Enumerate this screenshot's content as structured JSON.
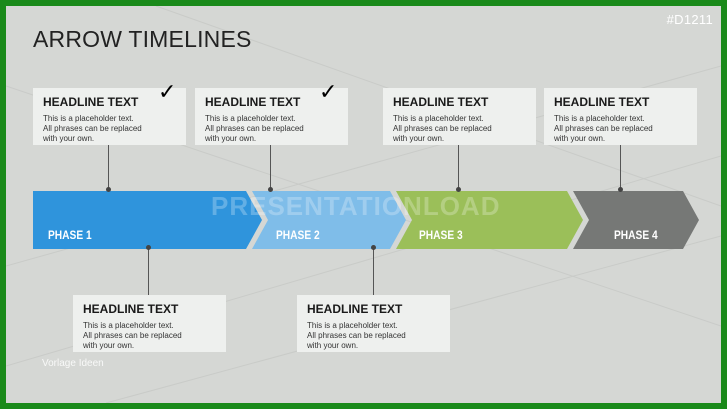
{
  "slide": {
    "code": "#D1211",
    "title": "ARROW TIMELINES",
    "watermark": "PRESENTATIONLOAD",
    "footer": "Vorlage Ideen"
  },
  "phases": [
    {
      "label": "PHASE 1",
      "color": "#2f94dc"
    },
    {
      "label": "PHASE 2",
      "color": "#7fbde9"
    },
    {
      "label": "PHASE 3",
      "color": "#9bbf59"
    },
    {
      "label": "PHASE 4",
      "color": "#767876"
    }
  ],
  "cards": [
    {
      "headline": "HEADLINE TEXT",
      "body": "This is a placeholder text.\nAll phrases can be replaced\nwith your own.",
      "checked": true
    },
    {
      "headline": "HEADLINE TEXT",
      "body": "This is a placeholder text.\nAll phrases can be replaced\nwith your own.",
      "checked": true
    },
    {
      "headline": "HEADLINE TEXT",
      "body": "This is a placeholder text.\nAll phrases can be replaced\nwith your own.",
      "checked": false
    },
    {
      "headline": "HEADLINE TEXT",
      "body": "This is a placeholder text.\nAll phrases can be replaced\nwith your own.",
      "checked": false
    },
    {
      "headline": "HEADLINE TEXT",
      "body": "This is a placeholder text.\nAll phrases can be replaced\nwith your own.",
      "checked": false
    },
    {
      "headline": "HEADLINE TEXT",
      "body": "This is a placeholder text.\nAll phrases can be replaced\nwith your own.",
      "checked": false
    }
  ],
  "icons": {
    "check": "checkmark-icon"
  }
}
